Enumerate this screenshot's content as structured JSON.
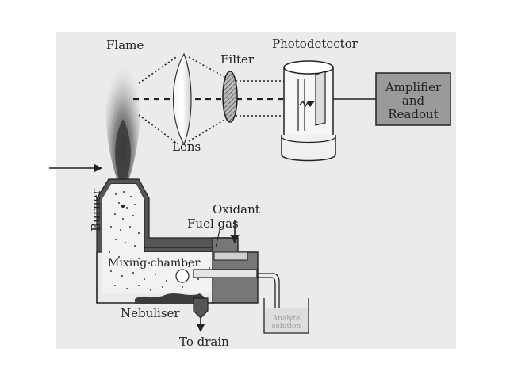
{
  "diagram": {
    "labels": {
      "flame": "Flame",
      "filter": "Filter",
      "photodetector": "Photodetector",
      "lens": "Lens",
      "amplifier_line1": "Amplifier",
      "amplifier_line2": "and",
      "amplifier_line3": "Readout",
      "burner": "Burner",
      "oxidant": "Oxidant",
      "fuel_gas": "Fuel gas",
      "mixing_chamber": "Mixing chamber",
      "nebuliser": "Nebuliser",
      "to_drain": "To drain",
      "analyte_line1": "Analyte",
      "analyte_line2": "solution"
    },
    "colors": {
      "background": "#ebebeb",
      "stroke": "#222222",
      "dark_fill": "#555555",
      "amplifier_fill": "#9a9a9a"
    }
  }
}
